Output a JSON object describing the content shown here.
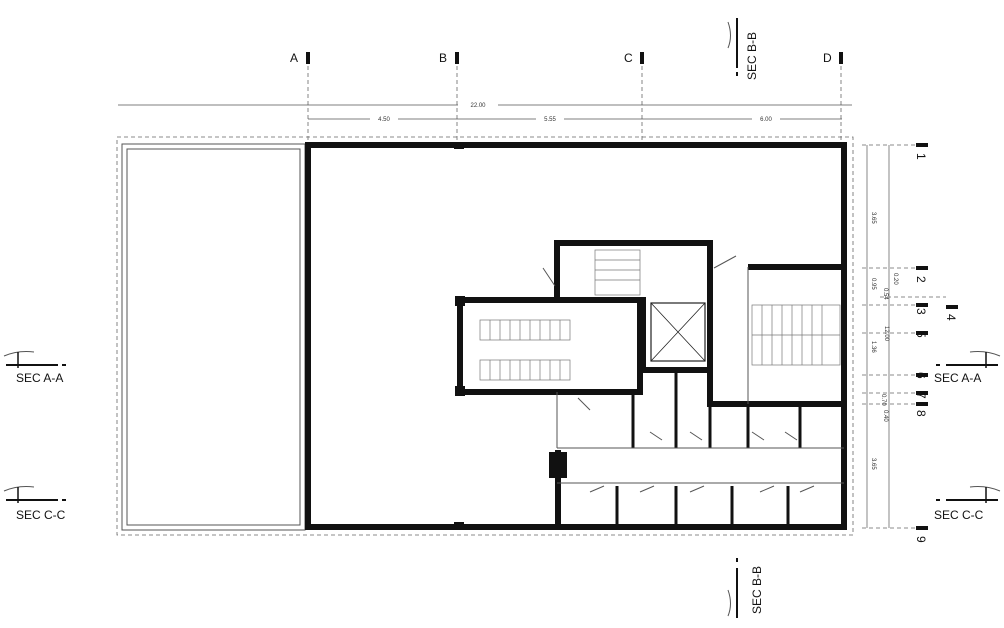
{
  "grid_columns": [
    "A",
    "B",
    "C",
    "D"
  ],
  "grid_rows": [
    "1",
    "2",
    "3",
    "4",
    "5",
    "6",
    "7",
    "8",
    "9"
  ],
  "sections": {
    "bb_top": "SEC B-B",
    "bb_bottom": "SEC B-B",
    "aa_left": "SEC A-A",
    "aa_right": "SEC A-A",
    "cc_left": "SEC C-C",
    "cc_right": "SEC C-C"
  },
  "dimensions": {
    "overall_width": "22.00",
    "bays": [
      "4.50",
      "5.55",
      "6.00"
    ],
    "vertical": [
      "3.65",
      "0.95",
      "0.20",
      "0.54",
      "1.36",
      "12.00",
      "0.70",
      "0.40",
      "3.65"
    ]
  }
}
